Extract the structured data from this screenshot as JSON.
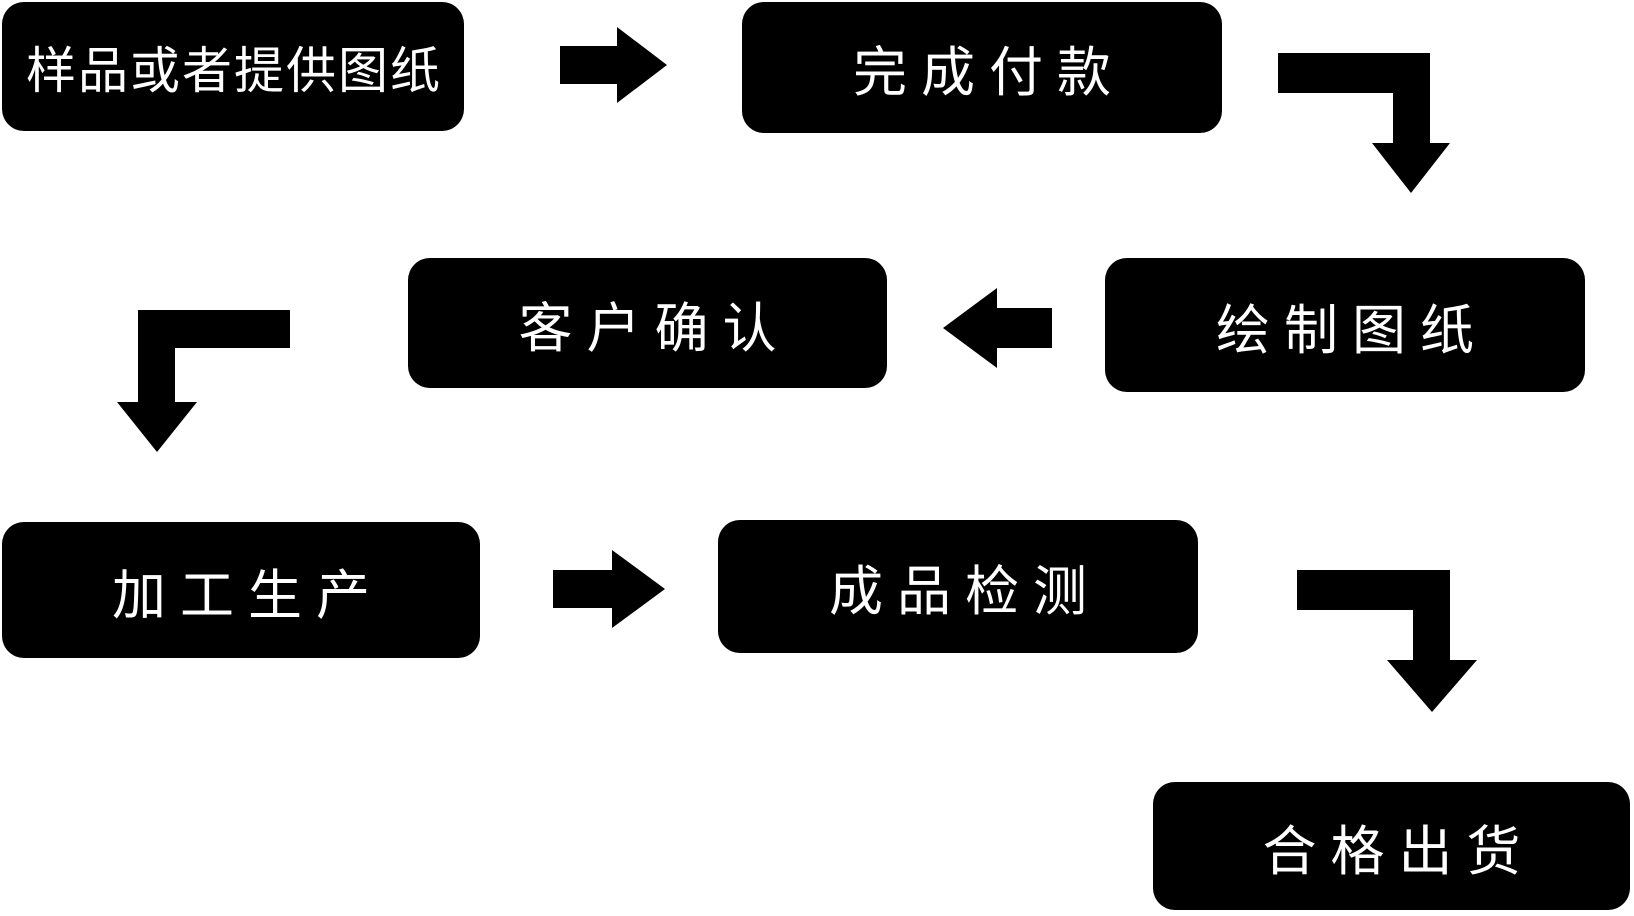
{
  "diagram": {
    "type": "flowchart",
    "background_color": "#ffffff",
    "node_style": {
      "fill": "#000000",
      "text_color": "#ffffff",
      "shape": "rounded-rectangle"
    },
    "arrow_color": "#000000",
    "nodes": [
      {
        "id": "sample",
        "label": "样品或者提供图纸",
        "row": 1,
        "col": "left"
      },
      {
        "id": "payment",
        "label": "完成付款",
        "row": 1,
        "col": "center"
      },
      {
        "id": "draw",
        "label": "绘制图纸",
        "row": 2,
        "col": "right"
      },
      {
        "id": "confirm",
        "label": "客户确认",
        "row": 2,
        "col": "center"
      },
      {
        "id": "production",
        "label": "加工生产",
        "row": 3,
        "col": "left"
      },
      {
        "id": "inspection",
        "label": "成品检测",
        "row": 3,
        "col": "center"
      },
      {
        "id": "shipment",
        "label": "合格出货",
        "row": 4,
        "col": "right"
      }
    ],
    "edges": [
      {
        "from": "sample",
        "to": "payment",
        "shape": "straight-right"
      },
      {
        "from": "payment",
        "to": "draw",
        "shape": "elbow-right-down"
      },
      {
        "from": "draw",
        "to": "confirm",
        "shape": "straight-left"
      },
      {
        "from": "confirm",
        "to": "production",
        "shape": "elbow-left-down"
      },
      {
        "from": "production",
        "to": "inspection",
        "shape": "straight-right"
      },
      {
        "from": "inspection",
        "to": "shipment",
        "shape": "elbow-right-down"
      }
    ]
  }
}
